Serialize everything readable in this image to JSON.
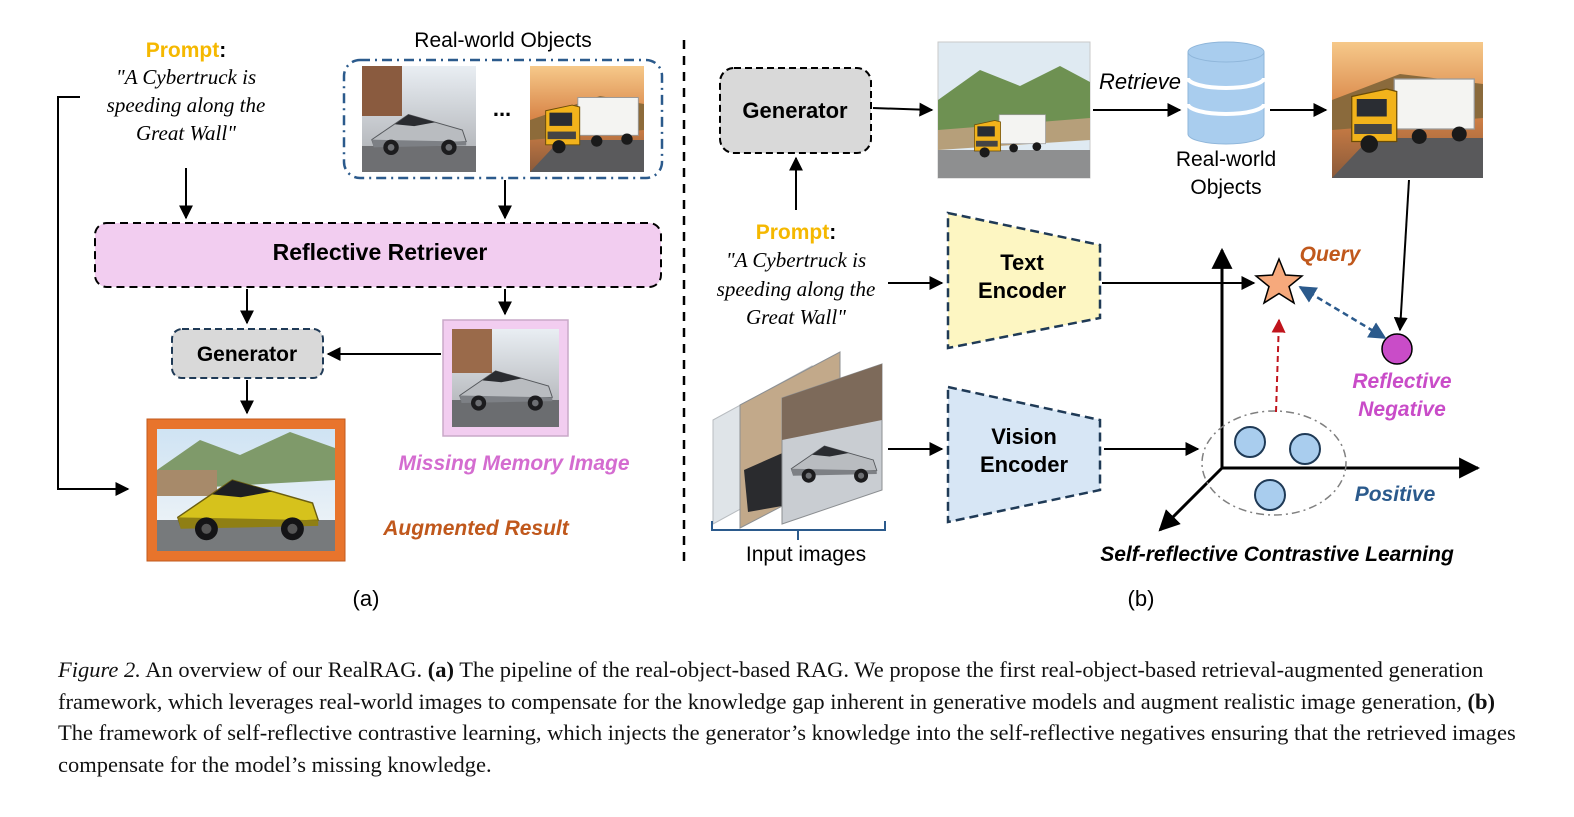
{
  "panel_a": {
    "prompt_label": "Prompt",
    "prompt_colon": ":",
    "prompt_lines": [
      "\"A Cybertruck is",
      "speeding along the",
      "Great Wall\""
    ],
    "objects_title": "Real-world Objects",
    "ellipsis": "...",
    "retriever": "Reflective Retriever",
    "generator": "Generator",
    "missing_label": "Missing Memory Image",
    "result_label": "Augmented Result",
    "sub_label": "(a)"
  },
  "panel_b": {
    "generator": "Generator",
    "retrieve": "Retrieve",
    "db_label": [
      "Real-world",
      "Objects"
    ],
    "prompt_label": "Prompt",
    "prompt_colon": ":",
    "prompt_lines": [
      "\"A Cybertruck is",
      "speeding along the",
      "Great Wall\""
    ],
    "text_encoder": [
      "Text",
      "Encoder"
    ],
    "vision_encoder": [
      "Vision",
      "Encoder"
    ],
    "input_images": "Input images",
    "query": "Query",
    "reflective_negative": [
      "Reflective",
      "Negative"
    ],
    "positive": "Positive",
    "srcl": "Self-reflective Contrastive Learning",
    "sub_label": "(b)"
  },
  "caption": {
    "figure": "Figure 2.",
    "intro": " An overview of our RealRAG. ",
    "a_tag": "(a)",
    "a_text": " The pipeline of the real-object-based RAG. We propose the first real-object-based retrieval-augmented generation framework, which leverages real-world images to compensate for the knowledge gap inherent in generative models and augment realistic image generation, ",
    "b_tag": "(b)",
    "b_text": " The framework of self-reflective contrastive learning, which injects the generator’s knowledge into the self-reflective negatives ensuring that the retrieved images compensate for the model’s missing knowledge."
  },
  "colors": {
    "prompt": "#f5b800",
    "retriever_fill": "#f2cdf0",
    "generator_fill": "#d9d9d9",
    "missing": "#d46cd0",
    "result": "#c0581c",
    "result_frame": "#e8742c",
    "query": "#c0581c",
    "negative": "#c94cc8",
    "positive": "#2b5a8c",
    "text_encoder_fill": "#fdf6c2",
    "vision_encoder_fill": "#d7e6f5",
    "objects_border": "#2b5a8c",
    "db": "#a9cdee",
    "dot": "#a9cdee",
    "dashed_red": "#c0141c",
    "dashed_blue": "#2b5a8c"
  },
  "icons": [
    "cybertruck-image",
    "truck-image",
    "database-icon",
    "star-icon",
    "stacked-images"
  ]
}
